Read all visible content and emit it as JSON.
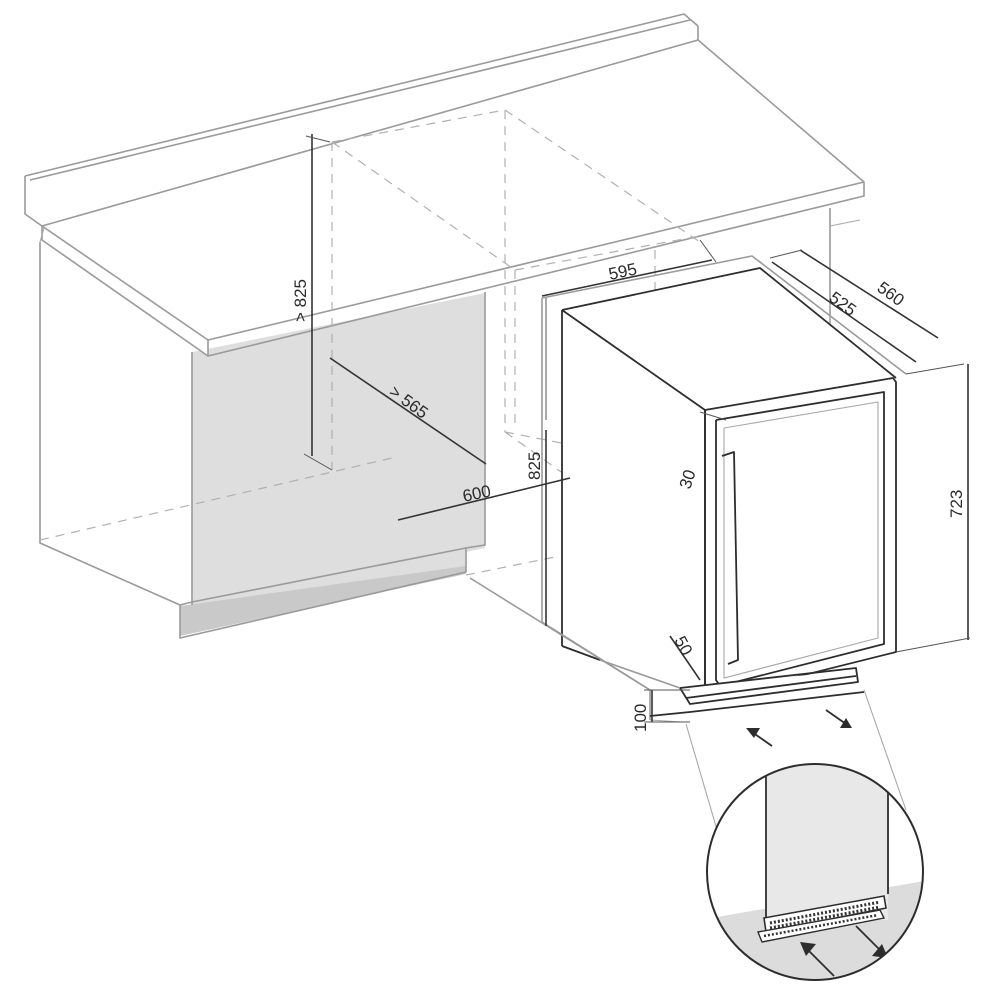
{
  "dimensions": {
    "niche_height": "> 825",
    "niche_depth": "> 565",
    "niche_width": "600",
    "appliance_width": "595",
    "appliance_height": "825",
    "door_depth": "525",
    "total_depth": "560",
    "door_thickness": "30",
    "cabinet_height": "723",
    "plinth_offset": "50",
    "plinth_height": "100"
  },
  "colors": {
    "line": "#9a9a9a",
    "dimension": "#333333",
    "cabinet_fill": "#dedede",
    "shadow_fill": "#c9c9c9"
  }
}
